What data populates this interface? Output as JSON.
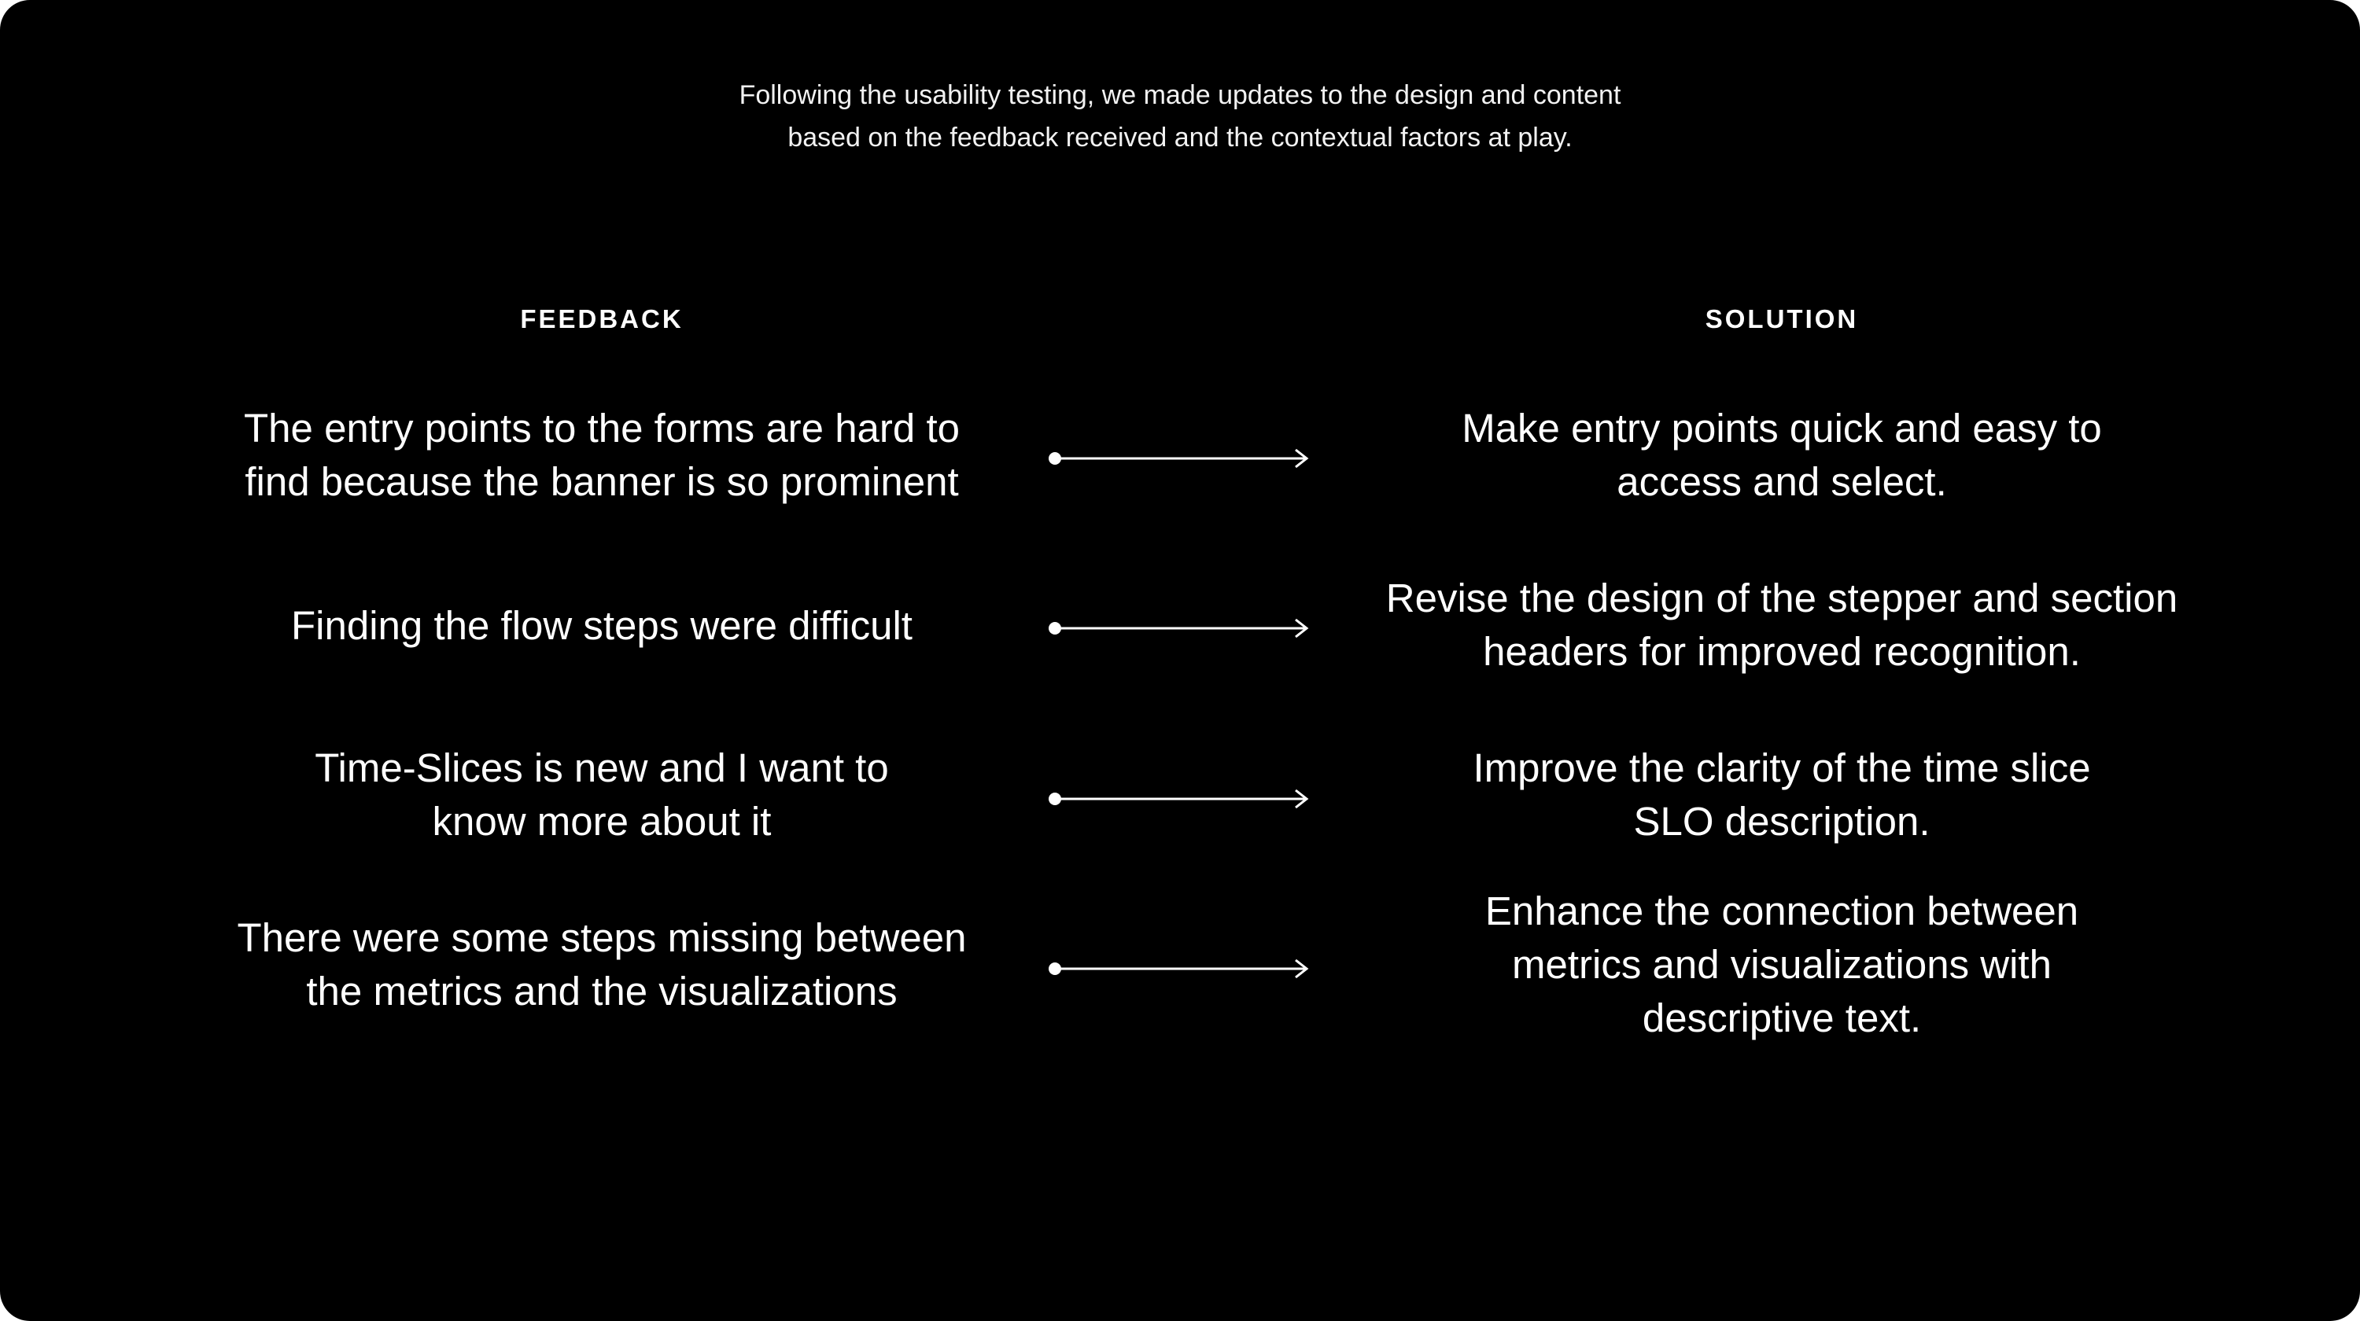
{
  "intro": {
    "line1": "Following the usability testing, we made updates to the design and content",
    "line2": "based on the feedback received and the contextual factors at play."
  },
  "headers": {
    "feedback": "FEEDBACK",
    "solution": "SOLUTION"
  },
  "rows": [
    {
      "feedback": [
        "The entry points to the forms are hard to",
        "find because the banner is so prominent"
      ],
      "solution": [
        "Make entry points quick and easy to",
        "access and select."
      ]
    },
    {
      "feedback": [
        "Finding the flow steps were difficult"
      ],
      "solution": [
        "Revise the design of the stepper and section",
        "headers for improved recognition."
      ]
    },
    {
      "feedback": [
        "Time-Slices is new and I want to",
        "know more about it"
      ],
      "solution": [
        "Improve the clarity of the time slice",
        "SLO description."
      ]
    },
    {
      "feedback": [
        "There were some steps missing between",
        "the metrics and the visualizations"
      ],
      "solution": [
        "Enhance the connection between",
        "metrics and visualizations with",
        "descriptive text."
      ]
    }
  ],
  "icons": {
    "connector": "arrow-right-icon"
  },
  "colors": {
    "background": "#000000",
    "text": "#ffffff"
  }
}
